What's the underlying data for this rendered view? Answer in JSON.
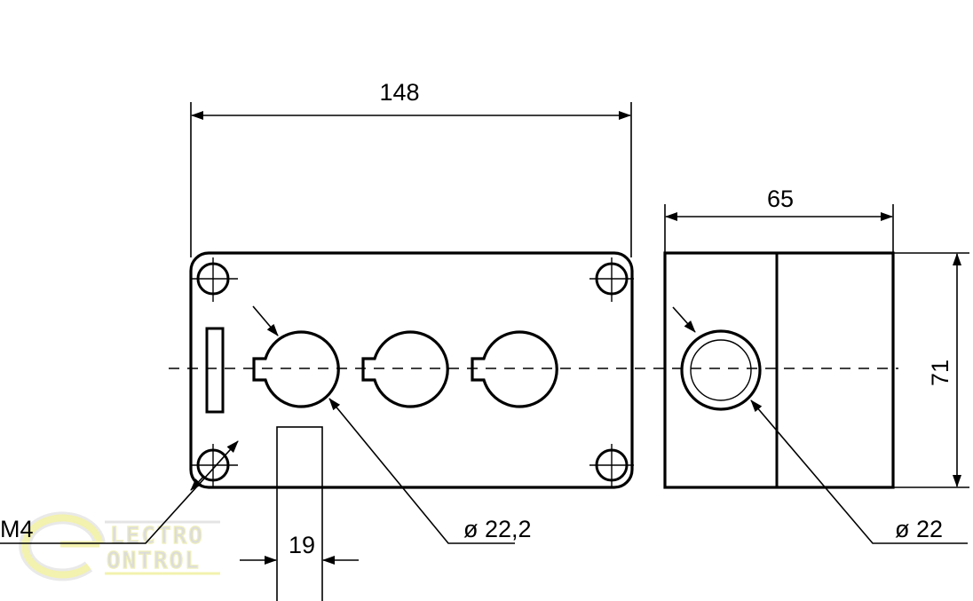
{
  "dimensions": {
    "front_width": "148",
    "side_depth": "65",
    "side_height": "71",
    "hole_front_diameter": "ø 22,2",
    "hole_side_diameter": "ø 22",
    "mount_thread": "M4",
    "slot_width": "19"
  },
  "logo": {
    "line1": "LECTRO",
    "line2": "ONTROL",
    "colors": {
      "ring": "#f2f0a0",
      "text": "#cfcfcf"
    }
  }
}
